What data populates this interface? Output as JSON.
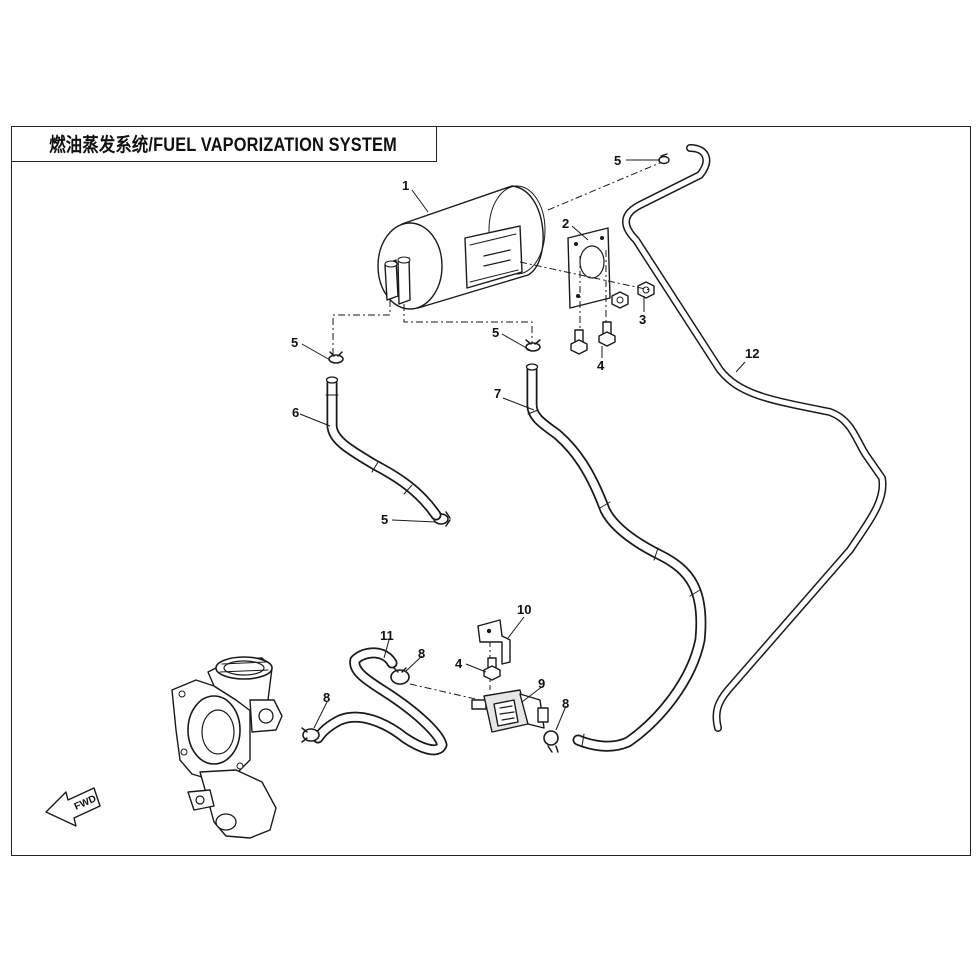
{
  "title": "燃油蒸发系统/FUEL VAPORIZATION SYSTEM",
  "fwd_label": "FWD",
  "callouts": {
    "canister": "1",
    "bracket": "2",
    "nut": "3",
    "bolt_upper": "4",
    "bolt_lower": "4",
    "clamp_top": "5",
    "clamp_left_upper": "5",
    "clamp_mid": "5",
    "clamp_left_lower": "5",
    "hose_6": "6",
    "hose_7": "7",
    "clamp_8_right": "8",
    "clamp_8_mid": "8",
    "clamp_8_left": "8",
    "valve": "9",
    "valve_bracket": "10",
    "hose_11": "11",
    "hose_12": "12"
  },
  "colors": {
    "line": "#1a1a1a",
    "fill": "#ffffff",
    "shade": "#cfcfcf"
  }
}
